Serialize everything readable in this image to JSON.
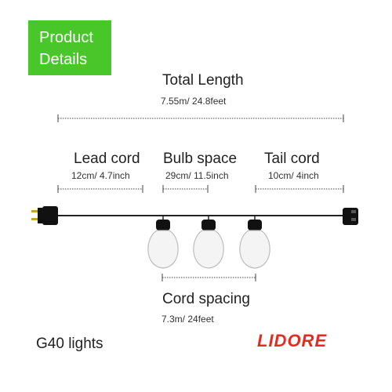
{
  "badge": {
    "line1": "Product",
    "line2": "Details",
    "color": "#49c62a"
  },
  "total": {
    "title": "Total Length",
    "value": "7.55m/ 24.8feet"
  },
  "lead": {
    "title": "Lead cord",
    "value": "12cm/ 4.7inch"
  },
  "bulb_space": {
    "title": "Bulb space",
    "value": "29cm/ 11.5inch"
  },
  "tail": {
    "title": "Tail cord",
    "value": "10cm/ 4inch"
  },
  "cord_spacing": {
    "title": "Cord spacing",
    "value": "7.3m/ 24feet"
  },
  "product": "G40 lights",
  "brand": {
    "name": "LIDORE",
    "color": "#e52a20"
  },
  "icons": [
    "plug-icon",
    "socket-icon",
    "bulb-icon"
  ]
}
